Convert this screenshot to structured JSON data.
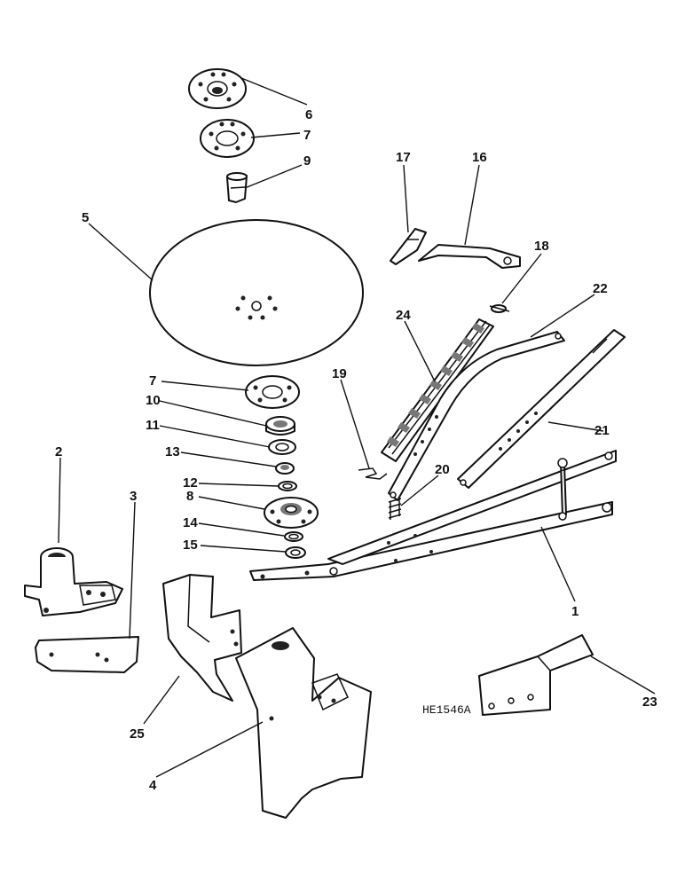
{
  "diagram": {
    "drawing_code": "HE1546A",
    "callouts": [
      {
        "id": "c1",
        "label": "1"
      },
      {
        "id": "c2",
        "label": "2"
      },
      {
        "id": "c3",
        "label": "3"
      },
      {
        "id": "c4",
        "label": "4"
      },
      {
        "id": "c5",
        "label": "5"
      },
      {
        "id": "c6",
        "label": "6"
      },
      {
        "id": "c7a",
        "label": "7"
      },
      {
        "id": "c7b",
        "label": "7"
      },
      {
        "id": "c8",
        "label": "8"
      },
      {
        "id": "c9",
        "label": "9"
      },
      {
        "id": "c10",
        "label": "10"
      },
      {
        "id": "c11",
        "label": "11"
      },
      {
        "id": "c12",
        "label": "12"
      },
      {
        "id": "c13",
        "label": "13"
      },
      {
        "id": "c14",
        "label": "14"
      },
      {
        "id": "c15",
        "label": "15"
      },
      {
        "id": "c16",
        "label": "16"
      },
      {
        "id": "c17",
        "label": "17"
      },
      {
        "id": "c18",
        "label": "18"
      },
      {
        "id": "c19",
        "label": "19"
      },
      {
        "id": "c20",
        "label": "20"
      },
      {
        "id": "c21",
        "label": "21"
      },
      {
        "id": "c22",
        "label": "22"
      },
      {
        "id": "c23",
        "label": "23"
      },
      {
        "id": "c24",
        "label": "24"
      },
      {
        "id": "c25",
        "label": "25"
      }
    ]
  }
}
